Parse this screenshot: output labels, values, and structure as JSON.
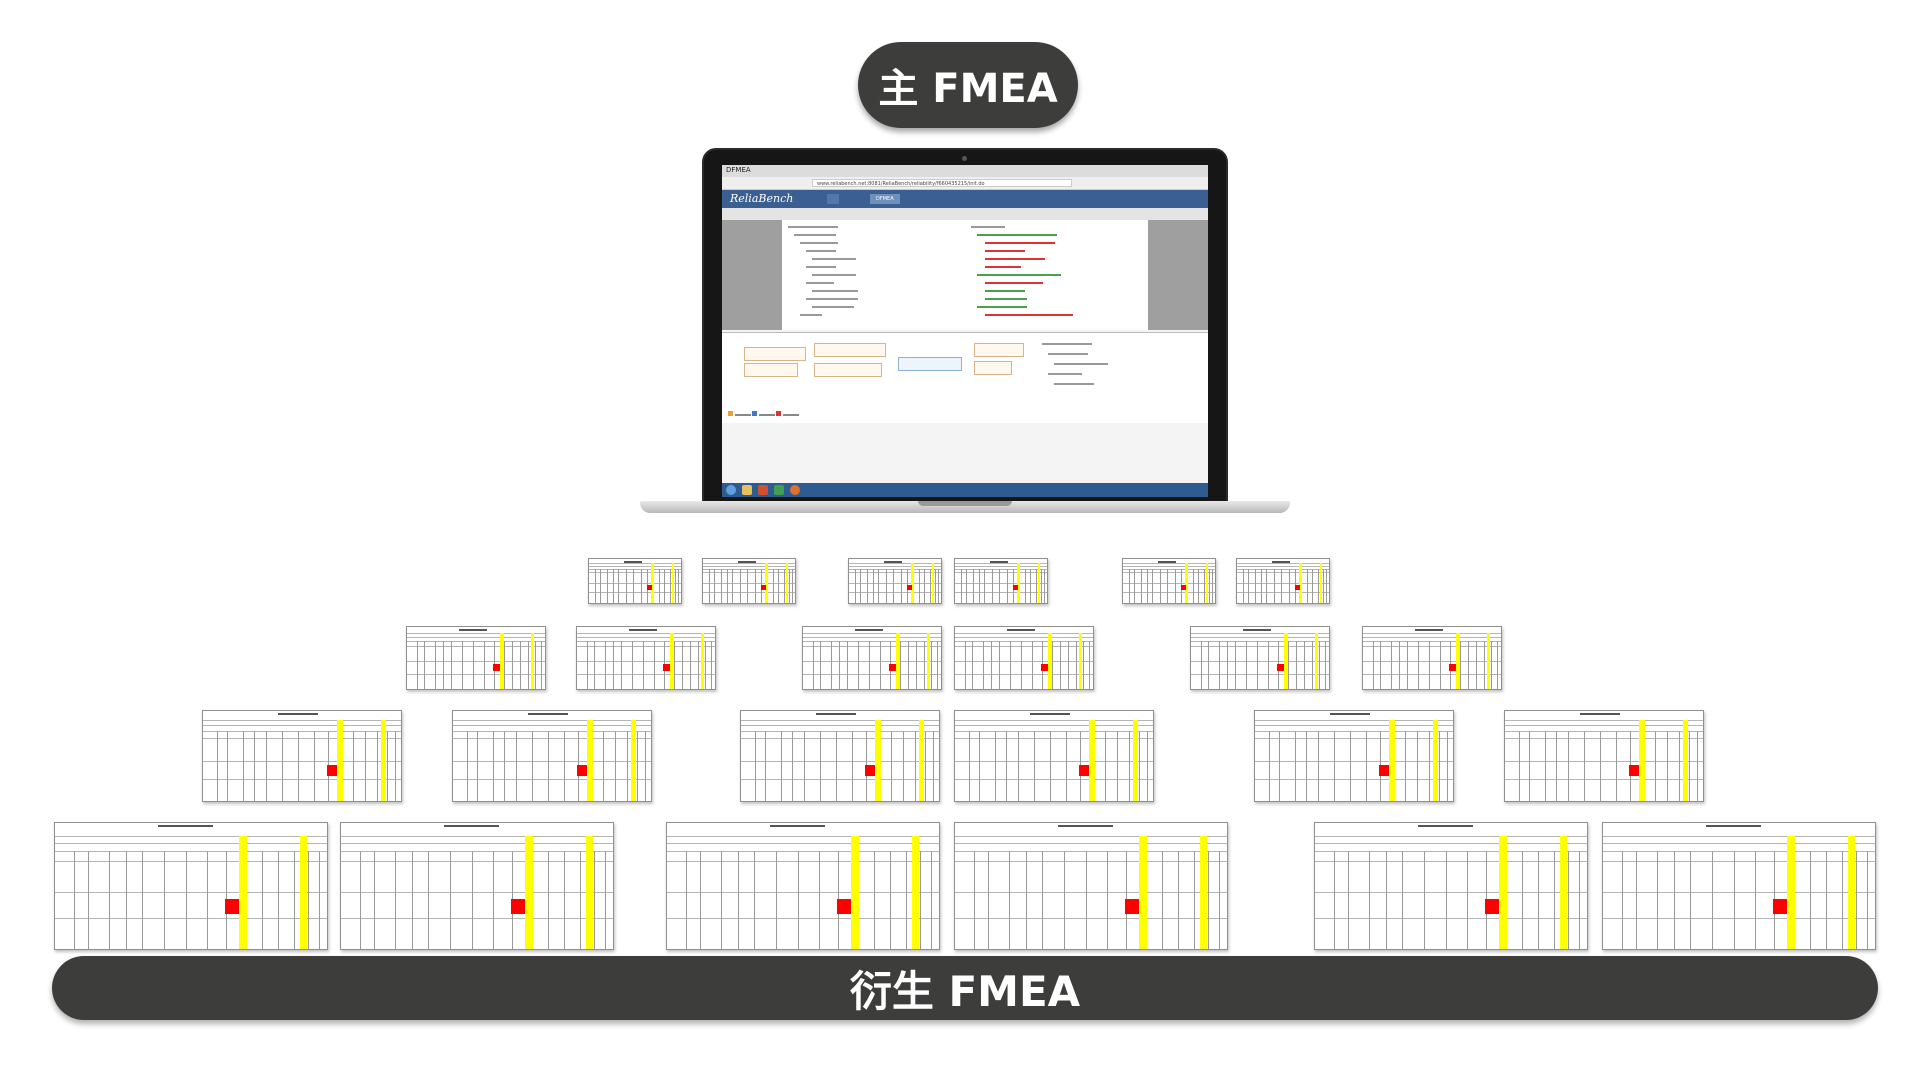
{
  "master_label": "主 FMEA",
  "derived_label": "衍生 FMEA",
  "laptop": {
    "browser_tab": "DFMEA",
    "url": "www.reliabench.net:8081/ReliaBench/reliability/f660435215/init.do",
    "brand": "ReliaBench",
    "app_tab_active": "DFMEA"
  },
  "colors": {
    "pill_bg": "#3d3d3b",
    "highlight_yellow": "#ffff00",
    "highlight_red": "#ff0000",
    "app_bar": "#3c5f92"
  }
}
